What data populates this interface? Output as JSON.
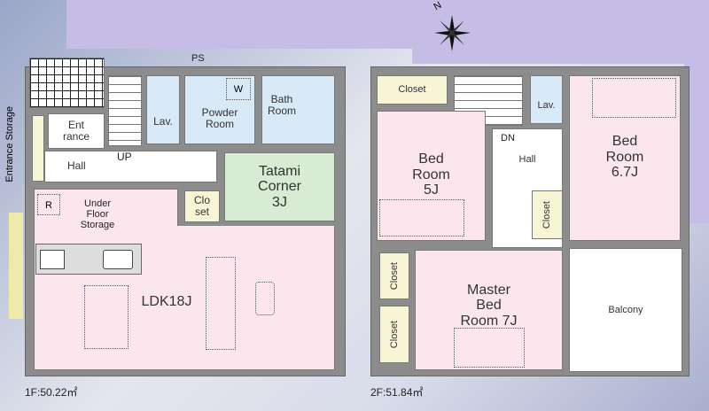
{
  "compass": {
    "label": "N"
  },
  "floor1": {
    "area_label": "1F:50.22㎡",
    "ps": "PS",
    "entrance_storage": "Entrance Storage",
    "entrance": "Ent rance",
    "hall": "Hall",
    "up": "UP",
    "lav": "Lav.",
    "powder_room": "Powder Room",
    "washer": "W",
    "bath_room": "Bath Room",
    "tatami": "Tatami Corner 3J",
    "closet": "Clo set",
    "refrigerator": "R",
    "under_floor_storage": "Under Floor Storage",
    "ldk": "LDK18J"
  },
  "floor2": {
    "area_label": "2F:51.84㎡",
    "closet_top": "Closet",
    "dn": "DN",
    "lav": "Lav.",
    "hall": "Hall",
    "bedroom_5": "Bed Room 5J",
    "bedroom_67": "Bed Room 6.7J",
    "closet_mid": "Closet",
    "closet_left1": "Closet",
    "closet_left2": "Closet",
    "master_bedroom": "Master Bed Room 7J",
    "balcony": "Balcony"
  },
  "colors": {
    "bedroom": "#fbe6ee",
    "wet_area": "#d8e9f7",
    "tatami": "#d8ebd3",
    "storage": "#f8f4d6",
    "wall": "#8c8c8c"
  }
}
